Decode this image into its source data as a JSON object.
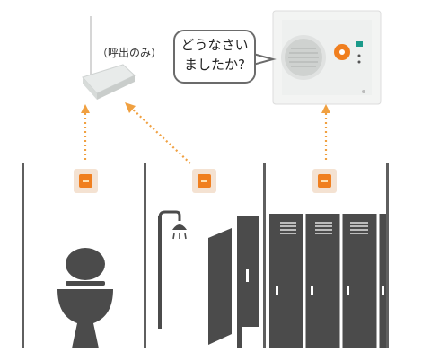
{
  "labels": {
    "relay_note": "（呼出のみ）",
    "speech_line1": "どうなさい",
    "speech_line2": "ましたか?"
  },
  "colors": {
    "wall": "#5f5f5f",
    "fixture_dark": "#4b4b4b",
    "button_orange": "#f07f1f",
    "button_panel": "#f4e2d2",
    "arrow": "#f0a040",
    "intercom_body": "#eef0ef"
  },
  "icons": {
    "relay": "wireless-repeater-icon",
    "intercom": "intercom-panel-icon",
    "call_button": "emergency-call-button-icon",
    "toilet": "toilet-icon",
    "shower": "shower-icon",
    "lockers": "locker-icon"
  }
}
